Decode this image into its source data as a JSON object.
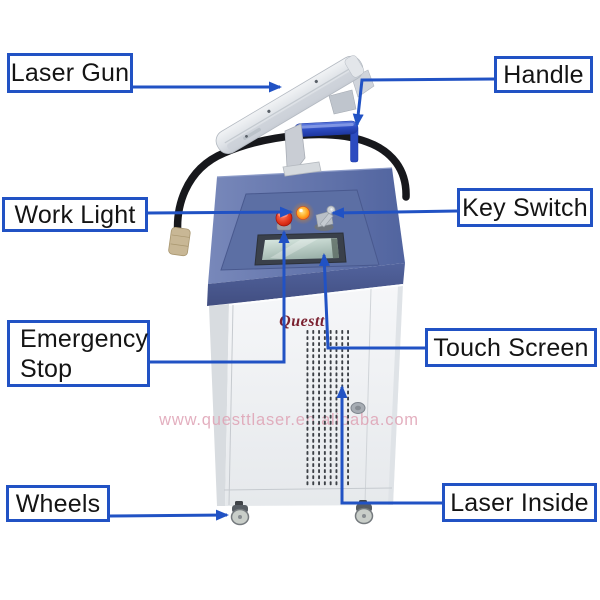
{
  "annotations": {
    "labels": {
      "laser_gun": "Laser Gun",
      "handle": "Handle",
      "work_light": "Work Light",
      "key_switch": "Key Switch",
      "emergency_stop": "Emergency Stop",
      "touch_screen": "Touch Screen",
      "wheels": "Wheels",
      "laser_inside": "Laser Inside"
    }
  },
  "machine": {
    "brand_logo": "Questt",
    "watermark": "www.questtlaser.en.alibaba.com"
  },
  "colors": {
    "annotation_blue": "#2152c4",
    "console_blue": "#5d70a6",
    "cabinet_gray": "#eef0f3",
    "emergency_red": "#d6200f",
    "work_light_amber": "#ff9800",
    "handle_blue": "#2c4bc0",
    "logo_maroon": "#7b2130",
    "watermark_pink": "#dfa2b4"
  }
}
